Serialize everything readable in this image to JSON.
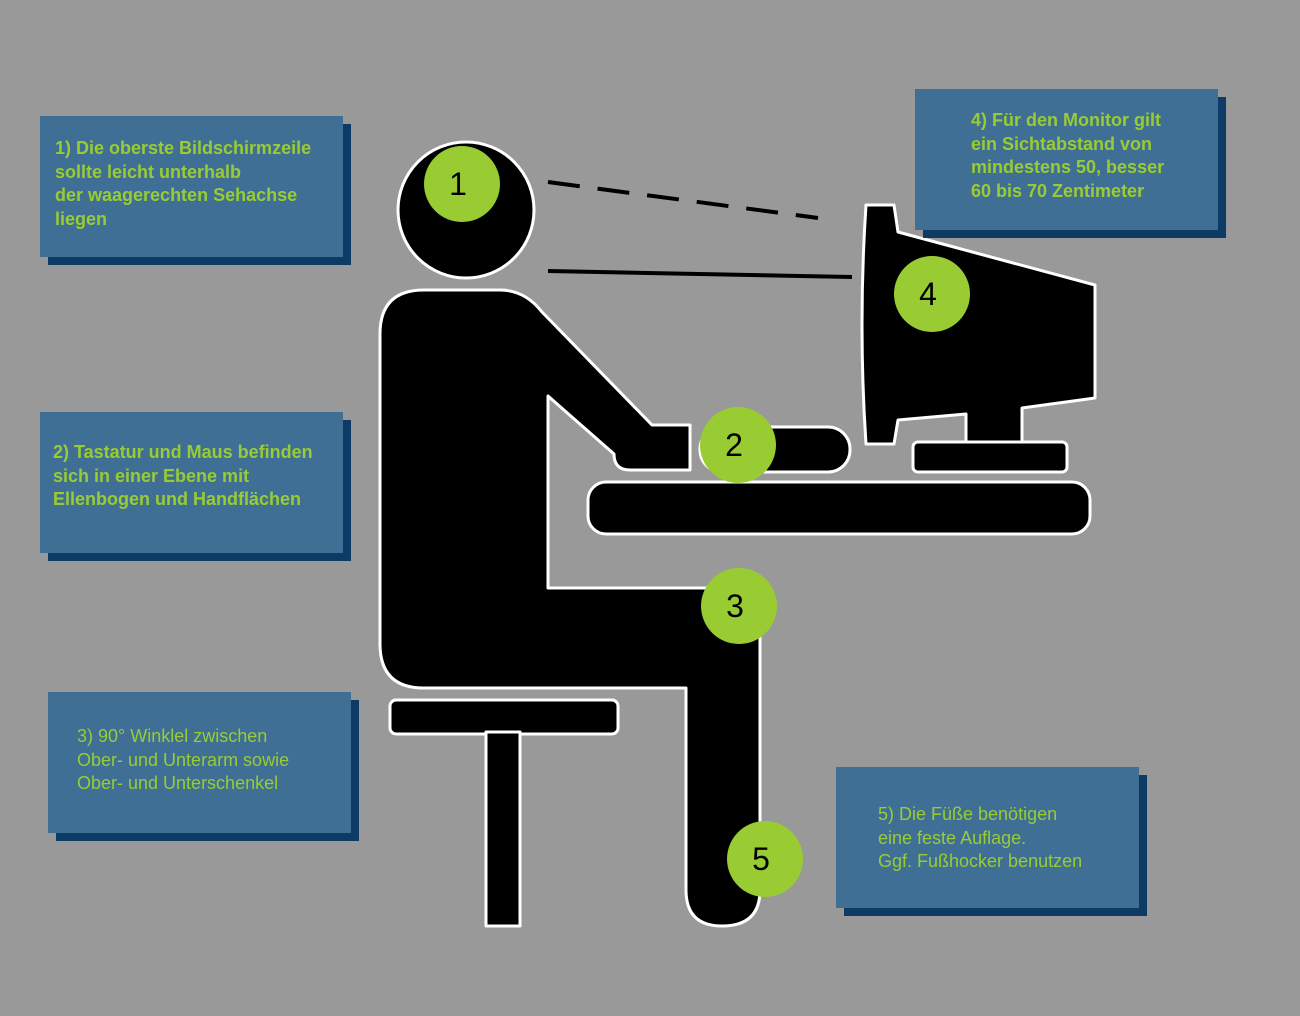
{
  "colors": {
    "background": "#999999",
    "figure": "#000000",
    "outline": "#ffffff",
    "marker": "#99cc33",
    "note_panel": "#3f6f95",
    "note_shadow": "#0e3a66",
    "note_text": "#99cc33"
  },
  "markers": [
    "1",
    "2",
    "3",
    "4",
    "5"
  ],
  "notes": {
    "n1": "1) Die oberste Bildschirmzeile\nsollte leicht unterhalb\nder waagerechten Sehachse\nliegen",
    "n2": "2) Tastatur und Maus befinden\nsich in einer Ebene mit\nEllenbogen und Handflächen",
    "n3": "3) 90° Winklel zwischen\nOber- und Unterarm sowie\nOber- und Unterschenkel",
    "n4": "4) Für den Monitor gilt\nein Sichtabstand von\nmindestens 50, besser\n60 bis 70 Zentimeter",
    "n5": "5) Die Füße benötigen\neine feste Auflage.\nGgf. Fußhocker benutzen"
  }
}
